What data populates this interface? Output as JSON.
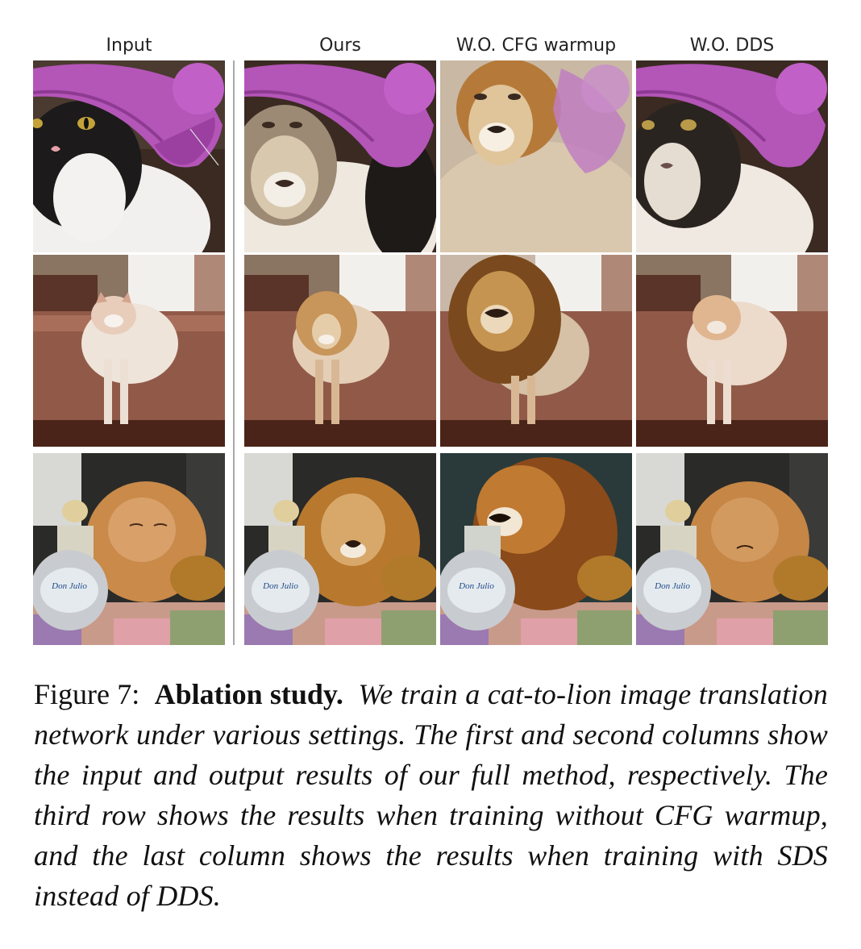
{
  "columns": [
    {
      "label": "Input"
    },
    {
      "label": "Ours"
    },
    {
      "label": "W.O. CFG warmup"
    },
    {
      "label": "W.O. DDS"
    }
  ],
  "caption": {
    "figure_label": "Figure 7:",
    "title": "Ablation study.",
    "body": "We train a cat-to-lion image translation network under various settings. The first and second columns show the input and output results of our full method, respectively. The third row shows the results when training without CFG warmup, and the last column shows the results when training with SDS instead of DDS."
  },
  "images": {
    "bottle_label": "Don Julio"
  }
}
